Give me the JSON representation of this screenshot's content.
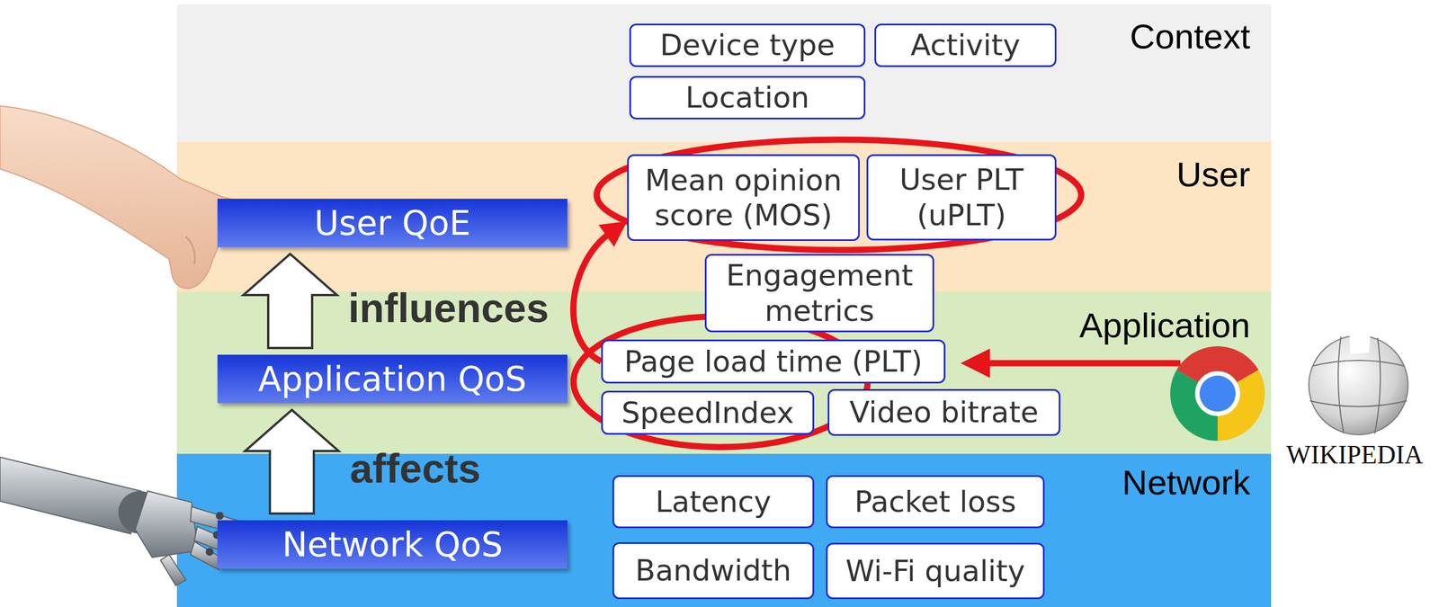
{
  "diagram": {
    "nodes": [
      {
        "text": [
          "Context"
        ]
      },
      {
        "text": [
          "Device type"
        ],
        "in": 0
      },
      {
        "text": [
          "Activity"
        ],
        "in": 0
      },
      {
        "text": [
          "Location"
        ],
        "in": 0
      },
      {
        "text": [
          "User"
        ]
      },
      {
        "text": [
          "User QoE"
        ],
        "in": 4
      },
      {
        "text": [
          "Mean opinion score (MOS)"
        ],
        "in": 4
      },
      {
        "text": [
          "User PLT (uPLT)"
        ],
        "in": 4
      },
      {
        "text": [
          "Engagement metrics"
        ]
      },
      {
        "text": [
          "Application"
        ]
      },
      {
        "text": [
          "Application QoS"
        ],
        "in": 9
      },
      {
        "text": [
          "Page load time (PLT)"
        ],
        "in": 9
      },
      {
        "text": [
          "SpeedIndex"
        ],
        "in": 9
      },
      {
        "text": [
          "Video bitrate"
        ],
        "in": 9
      },
      {
        "text": [
          "Network"
        ]
      },
      {
        "text": [
          "Network QoS"
        ],
        "in": 14
      },
      {
        "text": [
          "Latency"
        ],
        "in": 14
      },
      {
        "text": [
          "Packet loss"
        ],
        "in": 14
      },
      {
        "text": [
          "Bandwidth"
        ],
        "in": 14
      },
      {
        "text": [
          "Wi-Fi quality"
        ],
        "in": 14
      }
    ],
    "edges": [
      {
        "from": 10,
        "to": 5,
        "label": "influences",
        "arrow": "to"
      },
      {
        "from": 15,
        "to": 10,
        "label": "affects",
        "arrow": "to"
      },
      {
        "from": 11,
        "to": 6,
        "arrow": "to"
      }
    ],
    "labels": [
      "WIKIPEDIA"
    ]
  }
}
